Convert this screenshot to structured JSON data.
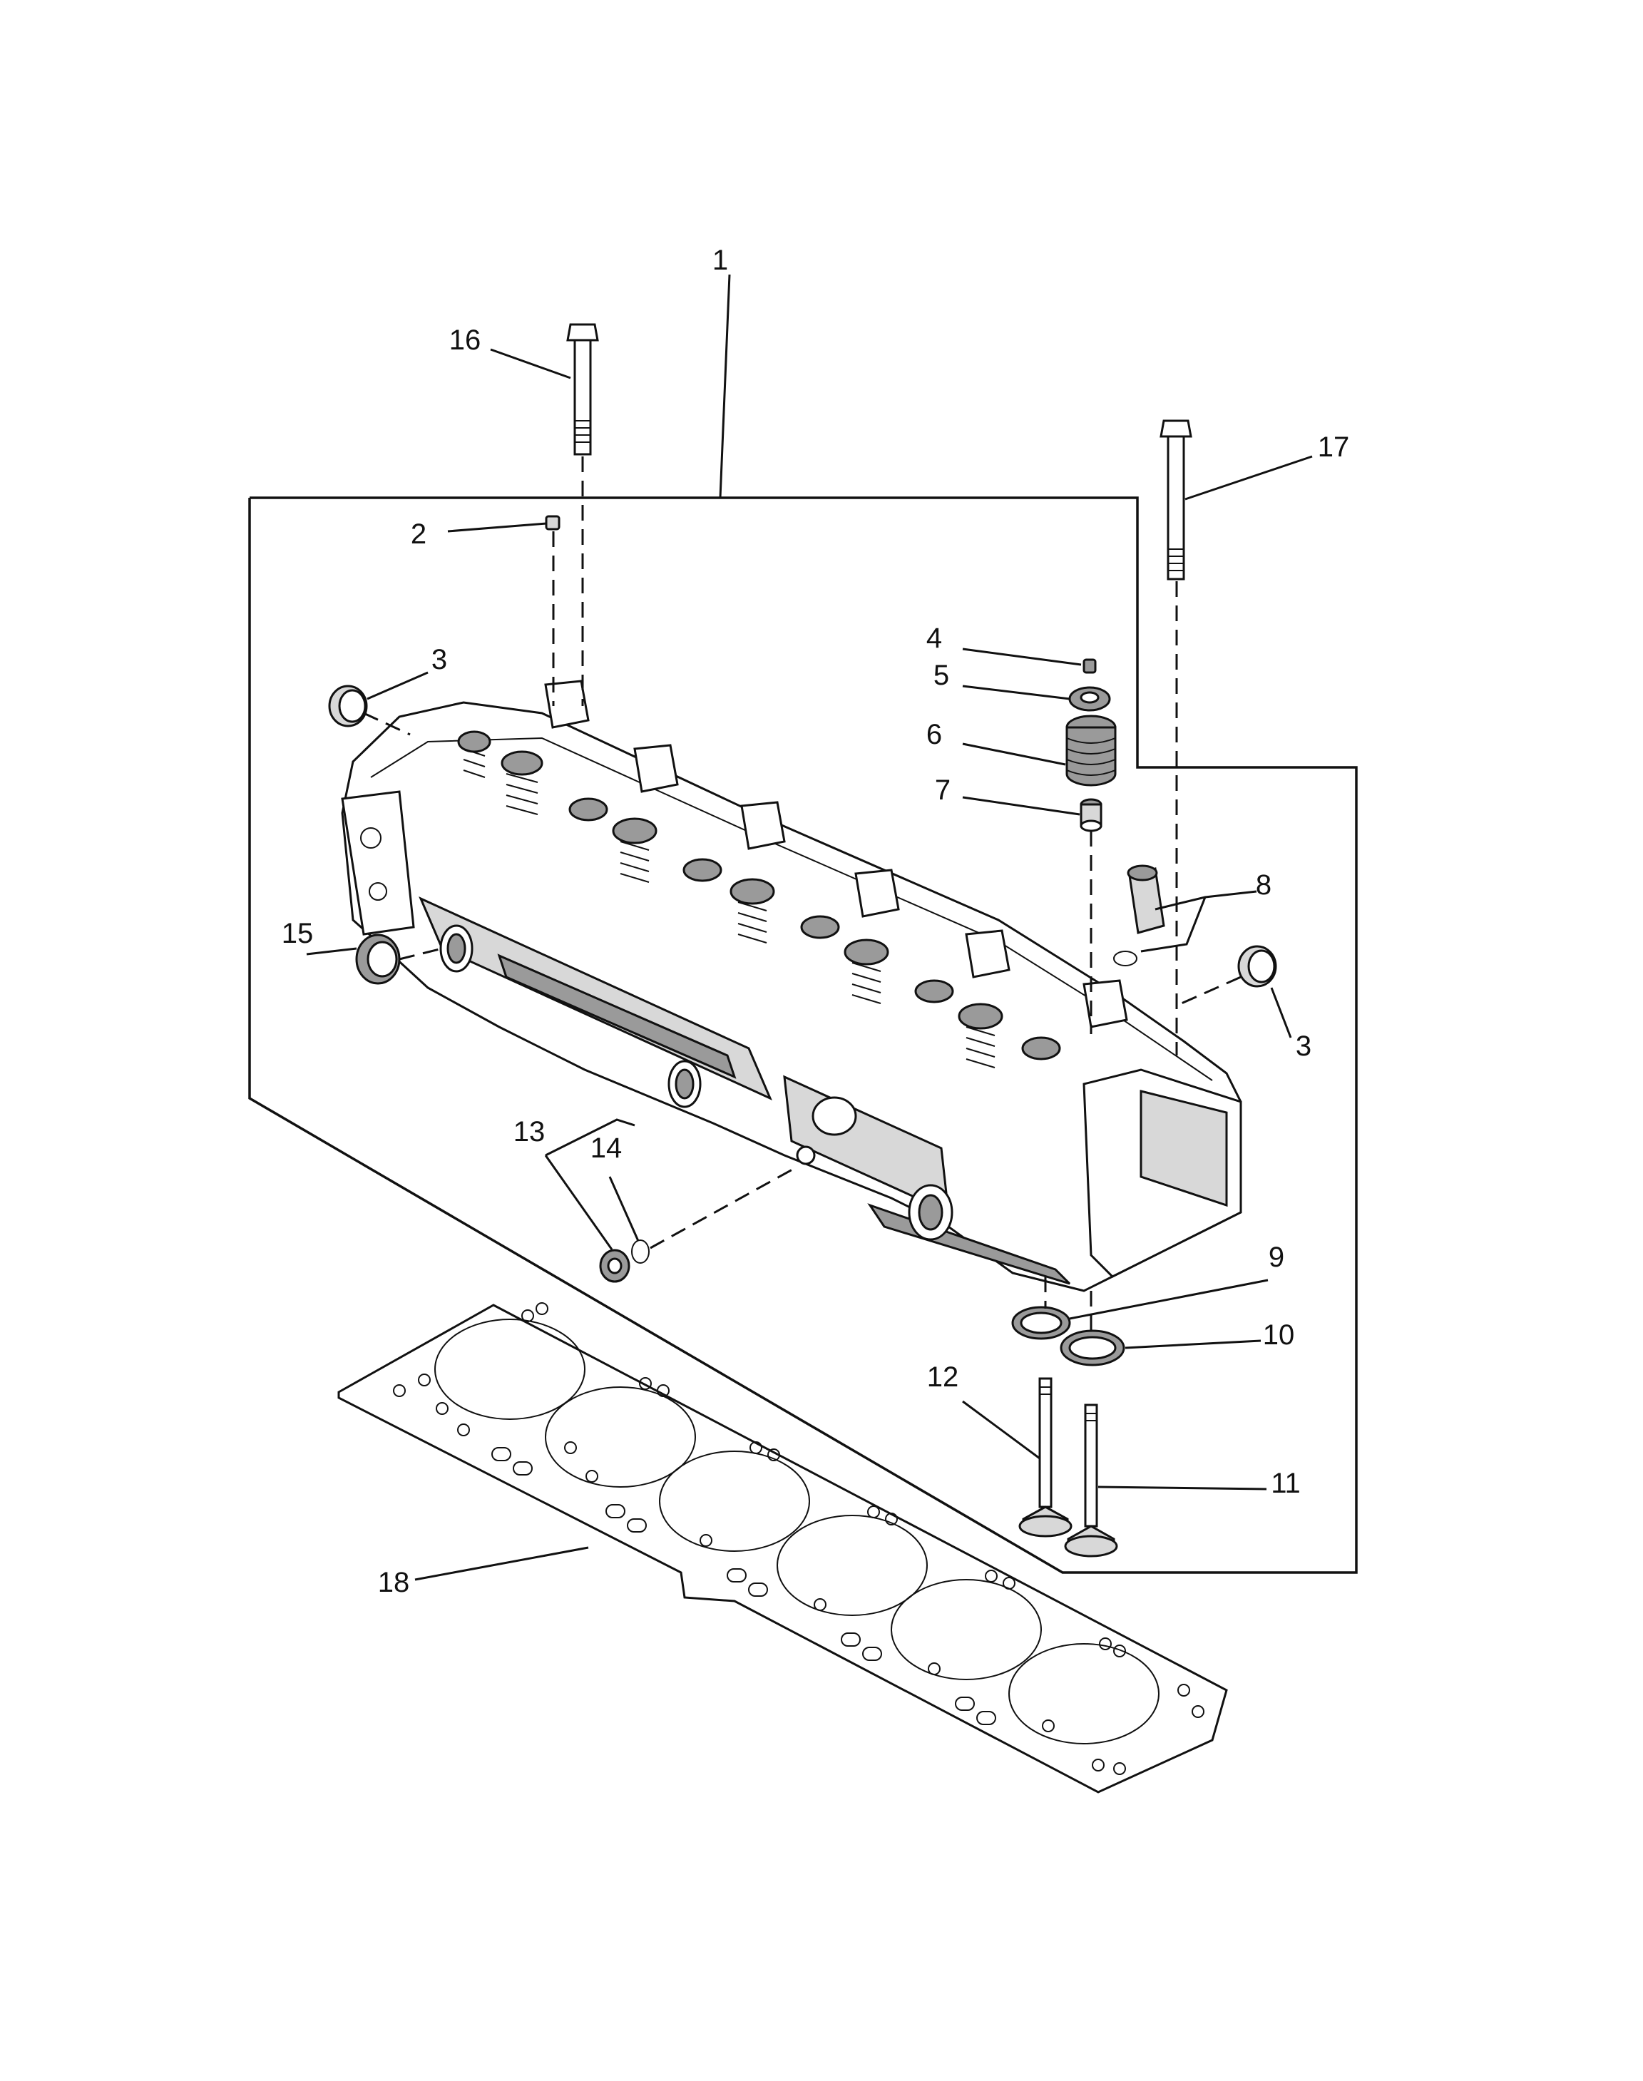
{
  "callouts": [
    {
      "id": "1",
      "text": "1"
    },
    {
      "id": "2",
      "text": "2"
    },
    {
      "id": "3a",
      "text": "3"
    },
    {
      "id": "3b",
      "text": "3"
    },
    {
      "id": "4",
      "text": "4"
    },
    {
      "id": "5",
      "text": "5"
    },
    {
      "id": "6",
      "text": "6"
    },
    {
      "id": "7",
      "text": "7"
    },
    {
      "id": "8",
      "text": "8"
    },
    {
      "id": "9",
      "text": "9"
    },
    {
      "id": "10",
      "text": "10"
    },
    {
      "id": "11",
      "text": "11"
    },
    {
      "id": "12",
      "text": "12"
    },
    {
      "id": "13",
      "text": "13"
    },
    {
      "id": "14",
      "text": "14"
    },
    {
      "id": "15",
      "text": "15"
    },
    {
      "id": "16",
      "text": "16"
    },
    {
      "id": "17",
      "text": "17"
    },
    {
      "id": "18",
      "text": "18"
    }
  ]
}
